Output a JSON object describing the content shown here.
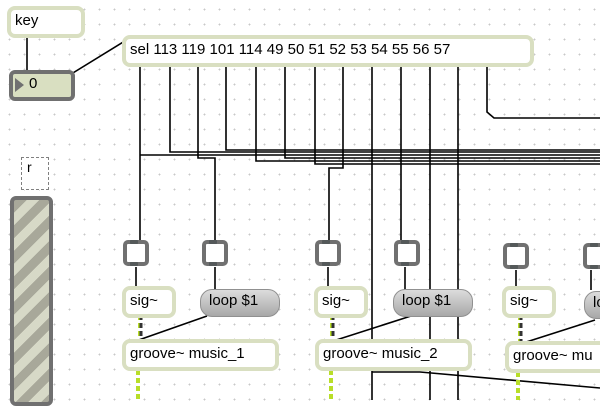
{
  "window": {
    "background_color": "#ffffff",
    "object_border_color": "#d9dfc1",
    "signal_cord_color": "#b8de28"
  },
  "objects": {
    "key": {
      "text": "key"
    },
    "sel": {
      "text": "sel 113 119 101 114 49 50 51 52 53 54 55 56 57"
    },
    "number_box": {
      "value": "0"
    },
    "receive_box": {
      "text": "r"
    },
    "sig1": {
      "text": "sig~"
    },
    "sig2": {
      "text": "sig~"
    },
    "sig3": {
      "text": "sig~"
    },
    "loop1": {
      "text": "loop $1"
    },
    "loop2": {
      "text": "loop $1"
    },
    "loop3": {
      "text": "lo"
    },
    "groove1": {
      "text": "groove~ music_1"
    },
    "groove2": {
      "text": "groove~ music_2"
    },
    "groove3": {
      "text": "groove~ mu"
    }
  }
}
